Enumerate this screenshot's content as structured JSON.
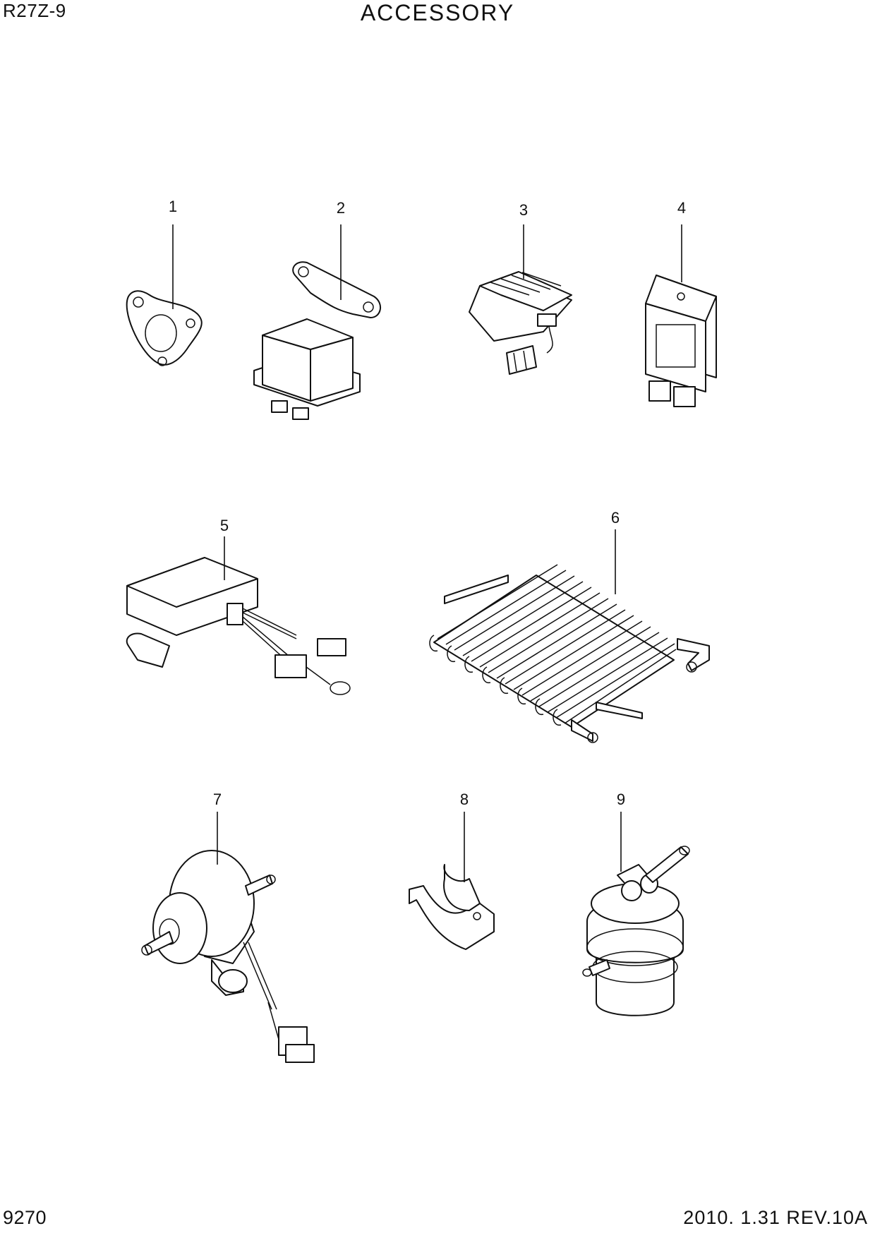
{
  "header": {
    "model": "R27Z-9",
    "title": "ACCESSORY"
  },
  "footer": {
    "page_number": "9270",
    "revision": "2010. 1.31  REV.10A"
  },
  "callouts": [
    "1",
    "2",
    "3",
    "4",
    "5",
    "6",
    "7",
    "8",
    "9"
  ]
}
